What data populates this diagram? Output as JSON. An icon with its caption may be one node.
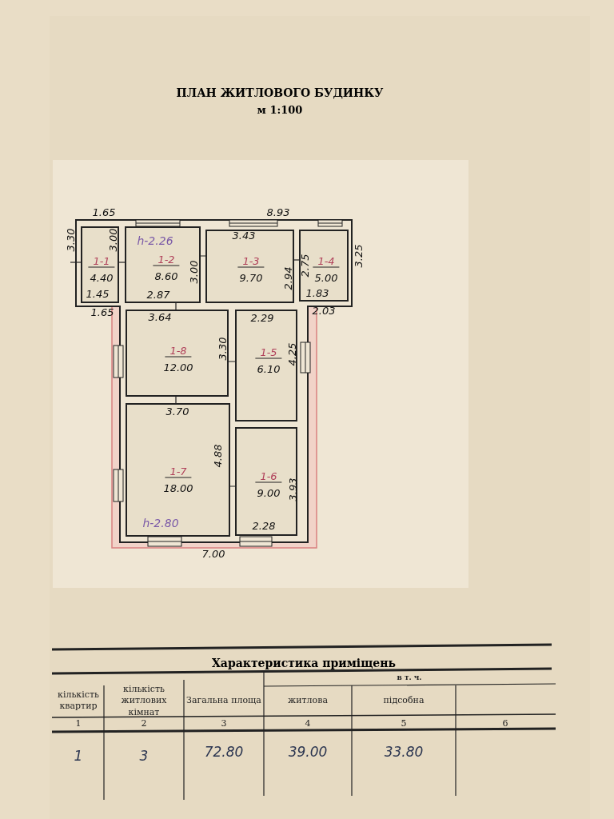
{
  "diagram": {
    "title": "ПЛАН ЖИТЛОВОГО БУДИНКУ",
    "nodes": [
      {
        "text": [
          "1-1",
          "4.40"
        ]
      },
      {
        "text": [
          "h-2.26",
          "1-2",
          "8.60"
        ]
      },
      {
        "text": [
          "1-3",
          "9.70"
        ]
      },
      {
        "text": [
          "1-4",
          "5.00"
        ]
      },
      {
        "text": [
          "1-8",
          "12.00"
        ]
      },
      {
        "text": [
          "1-5",
          "6.10"
        ]
      },
      {
        "text": [
          "1-7",
          "18.00",
          "h-2.80"
        ]
      },
      {
        "text": [
          "1-6",
          "9.00"
        ]
      }
    ],
    "labels": [
      "м 1:100",
      "1.65",
      "8.93",
      "3.30",
      "3.00",
      "3.43",
      "3.00",
      "2.94",
      "2.75",
      "3.25",
      "1.45",
      "2.87",
      "1.83",
      "1.65",
      "2.03",
      "3.64",
      "2.29",
      "3.30",
      "4.25",
      "3.70",
      "4.88",
      "3.93",
      "2.28",
      "7.00",
      "Характеристика приміщень",
      "в т. ч.",
      "кількість квартир",
      "кількість житлових кімнат",
      "Загальна площа",
      "житлова",
      "підсобна",
      "1",
      "2",
      "3",
      "4",
      "5",
      "6",
      "1",
      "3",
      "72.80",
      "39.00",
      "33.80"
    ]
  }
}
